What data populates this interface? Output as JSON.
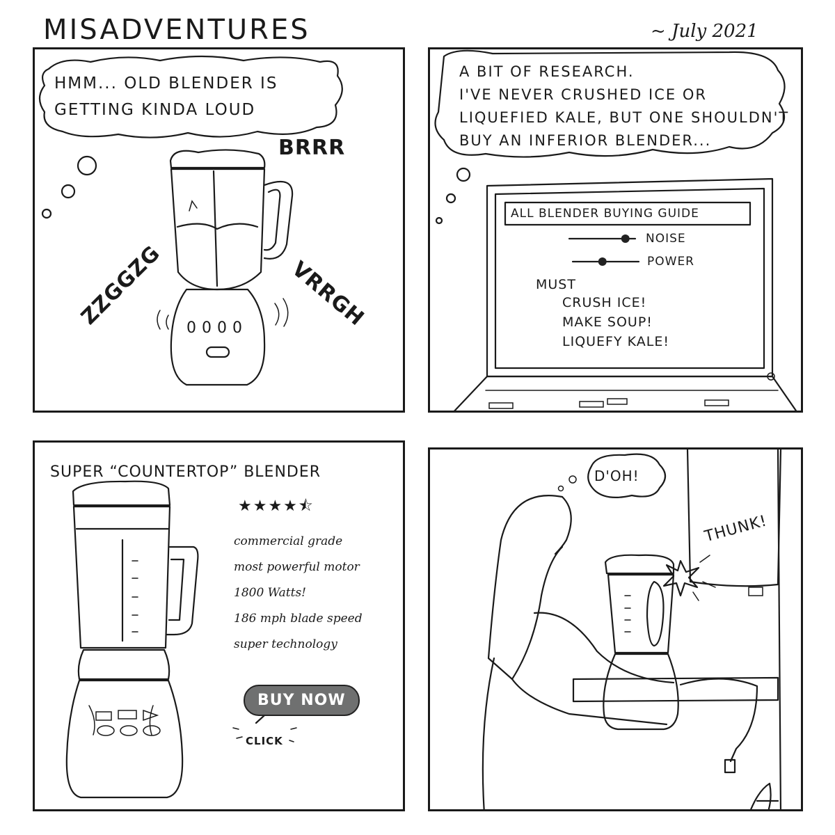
{
  "header": {
    "title": "MISADVENTURES",
    "date": "~ July 2021"
  },
  "panel1": {
    "thought_lines": [
      "HMM... OLD BLENDER IS",
      "GETTING KINDA LOUD"
    ],
    "sfx": [
      "BRRR",
      "VRRGH",
      "ZZGGZG"
    ],
    "blender_buttons": "0000"
  },
  "panel2": {
    "thought_lines": [
      "A BIT OF RESEARCH.",
      "I'VE NEVER CRUSHED ICE OR",
      "LIQUEFIED KALE, BUT ONE SHOULDN'T",
      "BUY AN INFERIOR BLENDER..."
    ],
    "guide_title": "ALL BLENDER BUYING GUIDE",
    "sliders": [
      {
        "label": "NOISE",
        "level": 0.85
      },
      {
        "label": "POWER",
        "level": 0.45
      }
    ],
    "must_label": "MUST",
    "must_items": [
      "CRUSH ICE!",
      "MAKE SOUP!",
      "LIQUEFY KALE!"
    ]
  },
  "panel3": {
    "product_title": "SUPER “COUNTERTOP” BLENDER",
    "rating": 4.5,
    "specs": [
      "commercial grade",
      "most powerful motor",
      "1800 Watts!",
      "186 mph blade speed",
      "super technology"
    ],
    "buy_label": "BUY NOW",
    "click_label": "CLICK"
  },
  "panel4": {
    "thought": "D'OH!",
    "sfx": "THUNK!"
  }
}
